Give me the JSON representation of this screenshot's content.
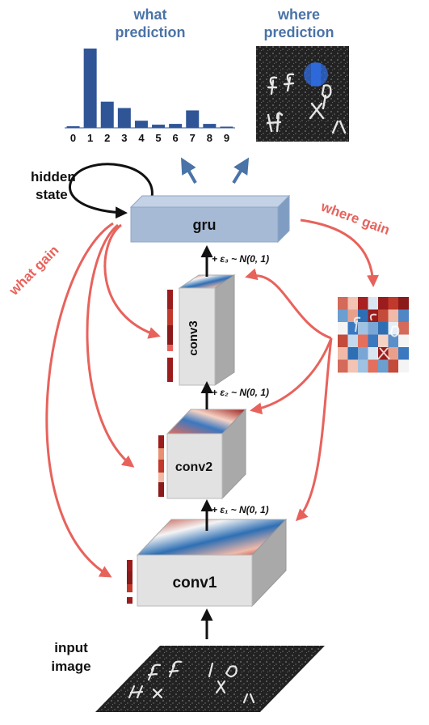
{
  "titles": {
    "what_prediction_line1": "what",
    "what_prediction_line2": "prediction",
    "where_prediction_line1": "where",
    "where_prediction_line2": "prediction"
  },
  "state": {
    "hidden_line1": "hidden",
    "hidden_line2": "state"
  },
  "blocks": {
    "gru": "gru",
    "conv3": "conv3",
    "conv2": "conv2",
    "conv1": "conv1"
  },
  "gains": {
    "what_gain": "what gain",
    "where_gain": "where gain"
  },
  "noise": {
    "eps3": "+ ε₃ ~ N(0, 1)",
    "eps2": "+ ε₂ ~ N(0, 1)",
    "eps1": "+ ε₁ ~ N(0, 1)"
  },
  "input": {
    "line1": "input",
    "line2": "image"
  },
  "chart_data": {
    "type": "bar",
    "categories": [
      "0",
      "1",
      "2",
      "3",
      "4",
      "5",
      "6",
      "7",
      "8",
      "9"
    ],
    "values": [
      0.02,
      1.0,
      0.33,
      0.25,
      0.09,
      0.04,
      0.05,
      0.22,
      0.05,
      0.01
    ],
    "ylim": [
      0,
      1
    ],
    "title": "",
    "xlabel": "",
    "ylabel": ""
  },
  "colors": {
    "blue_title": "#4a73a8",
    "bar": "#2f5597",
    "gain_red": "#e8625c",
    "gru_fill": "#a6bad5",
    "box_fill": "#e2e2e2"
  }
}
